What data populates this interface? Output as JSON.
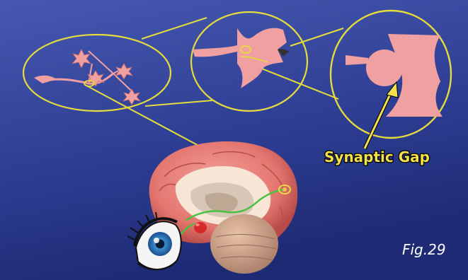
{
  "labels": {
    "synaptic_gap": "Synaptic Gap",
    "figure_number": "Fig.29"
  },
  "colors": {
    "background_top": "#3d4fa8",
    "background_bottom": "#1f2c78",
    "outline_yellow": "#e6dc3c",
    "neuron_pink": "#f0a0a0",
    "brain_pink": "#e9837d",
    "label_text": "#f3e04a",
    "label_stroke": "#000000",
    "pathway_green": "#49c142"
  },
  "icons": [
    "eye-icon",
    "brain-illustration",
    "neuron-cluster",
    "synapse-closeup",
    "arrow-icon"
  ]
}
